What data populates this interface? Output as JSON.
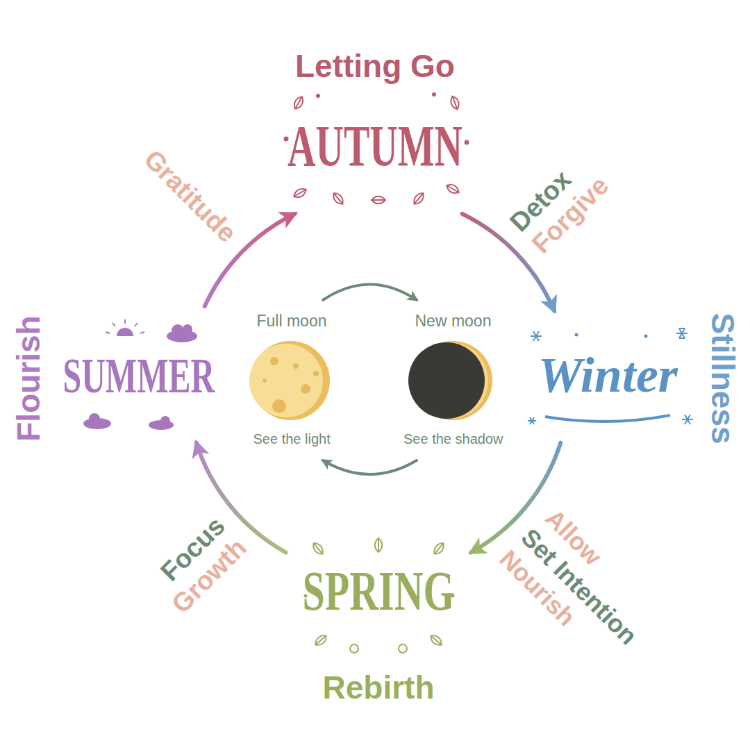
{
  "diagram": {
    "nodes": [
      {
        "text": [
          "Letting Go",
          "AUTUMN"
        ]
      },
      {
        "text": [
          "Flourish",
          "SUMMER"
        ]
      },
      {
        "text": [
          "Full moon",
          "See the light"
        ]
      },
      {
        "text": [
          "New moon",
          "See the shadow"
        ]
      },
      {
        "text": [
          "Winter",
          "Stillness"
        ]
      },
      {
        "text": [
          "SPRING",
          "Rebirth"
        ]
      }
    ],
    "edges": [
      {
        "from": 0,
        "to": 4,
        "arrow": "to"
      },
      {
        "from": 4,
        "to": 5,
        "arrow": "to"
      },
      {
        "from": 5,
        "to": 1,
        "arrow": "to"
      },
      {
        "from": 1,
        "to": 0,
        "arrow": "to"
      },
      {
        "from": 2,
        "to": 3,
        "arrow": "to"
      },
      {
        "from": 3,
        "to": 2,
        "arrow": "to"
      }
    ],
    "labels": [
      "Gratitude",
      "Detox",
      "Forgive",
      "Allow",
      "Set Intention",
      "Nourish",
      "Focus",
      "Growth"
    ]
  }
}
